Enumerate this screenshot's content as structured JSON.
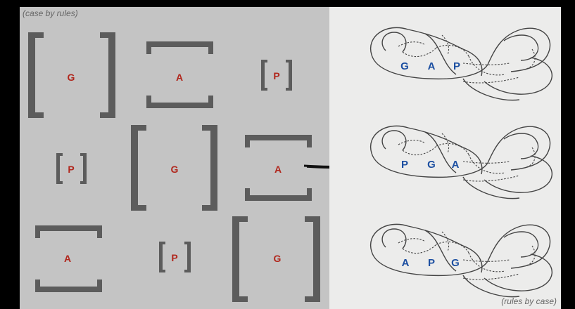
{
  "captions": {
    "left": "(case by rules)",
    "right": "(rules by case)"
  },
  "left_grid": [
    [
      "G",
      "A",
      "P"
    ],
    [
      "P",
      "G",
      "A"
    ],
    [
      "A",
      "P",
      "G"
    ]
  ],
  "right_knots": [
    [
      "G",
      "A",
      "P"
    ],
    [
      "P",
      "G",
      "A"
    ],
    [
      "A",
      "P",
      "G"
    ]
  ],
  "colors": {
    "left_letter": "#b1271d",
    "right_letter": "#1c4fa1",
    "bracket": "#5c5c5c",
    "knot_line": "#444444"
  },
  "icons": {
    "arrow": "arrow-right-icon"
  }
}
